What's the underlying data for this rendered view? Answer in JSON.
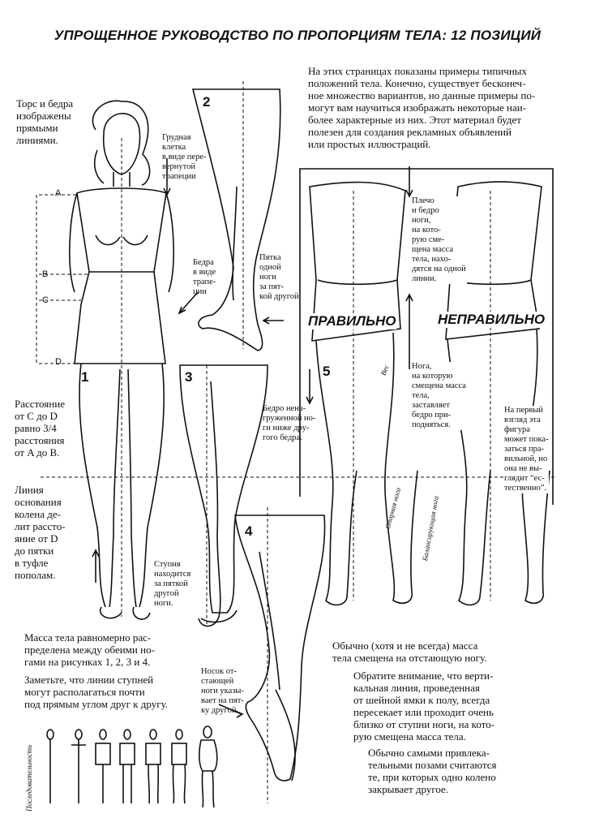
{
  "title": "УПРОЩЕННОЕ РУКОВОДСТВО ПО ПРОПОРЦИЯМ ТЕЛА: 12 ПОЗИЦИЙ",
  "intro": "На этих страницах показаны примеры типичных\nположений тела. Конечно, существует бесконеч-\nное множество вариантов, но данные примеры по-\nмогут вам научиться изображать некоторые наи-\nболее характерные из них. Этот материал будет\nполезен для создания рекламных объявлений\nили простых иллюстраций.",
  "notes": {
    "torso": "Торс и бедра\nизображены\nпрямыми\nлиниями.",
    "ribcage": "Грудная\nклетка\nв виде пере-\nвернутой\nтрапеции",
    "hips": "Бедра\nв виде\nтрапе-\nции",
    "heel": "Пятка\nодной\nноги\nза пят-\nкой другой",
    "distance": "Расстояние\nот C до D\nравно 3/4\nрасстояния\nот A до B.",
    "knee": "Линия\nоснования\nколена де-\nлит рассто-\nяние от D\nдо пятки\nв туфле\nпополам.",
    "foot": "Ступня\nнаходится\nза пяткой\nдругой\nноги.",
    "shoulder": "Плечо\nи бедро\nноги,\nна кото-\nрую сме-\nщена масса\nтела, нахо-\nдятся на одной\nлинии.",
    "leg": "Нога,\nна которую\nсмещена масса\nтела,\nзаставляет\nбедро при-\nподняться.",
    "thigh": "Бедро нена-\nгруженной но-\nги ниже дру-\nгого бедра.",
    "wrong": "На первый\nвзгляд эта\nфигура\nможет пока-\nзаться пра-\nвильной, но\nона не вы-\nглядит “ес-\nтественно”.",
    "mass_even": "Масса тела равномерно рас-\nпределена между обеими но-\nгами на рисунках 1, 2, 3 и 4.",
    "feet_angle": "Заметьте, что линии ступней\nмогут располагаться почти\nпод прямым углом друг к другу.",
    "toe": "Носок от-\nстающей\nноги указы-\nвает на пят-\nку другой.",
    "mass_back": "Обычно (хотя и не всегда) масса\nтела смещена на отстающую ногу.",
    "vertical": "Обратите внимание, что верти-\nкальная линия, проведенная\nот шейной ямки к полу, всегда\nпересекает или проходит очень\nблизко от ступни ноги, на кото-\nрую смещена масса тела.",
    "poses": "Обычно самыми привлека-\nтельными позами считаются\nте, при которых одно колено\nзакрывает другое."
  },
  "labels": {
    "right": "ПРАВИЛЬНО",
    "wrong": "НЕПРАВИЛЬНО",
    "weight": "Вес",
    "support_leg": "Опорная нога",
    "balance_leg": "Балансирующая нога",
    "sequence": "Последовательность"
  },
  "markers": {
    "a": "A",
    "b": "B",
    "c": "C",
    "d": "D"
  },
  "figure_numbers": {
    "f1": "1",
    "f2": "2",
    "f3": "3",
    "f4": "4",
    "f5": "5"
  }
}
